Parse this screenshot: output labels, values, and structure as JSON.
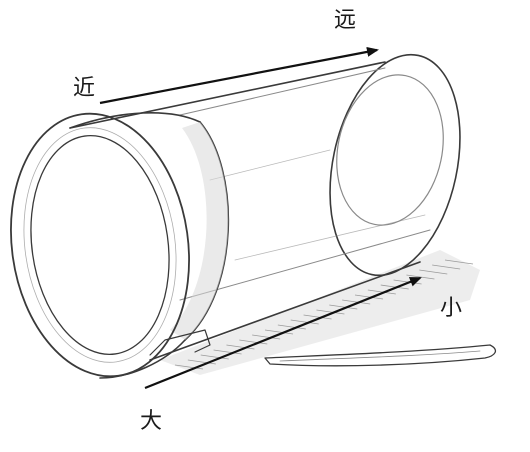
{
  "labels": {
    "near": "近",
    "far": "远",
    "large": "大",
    "small": "小"
  },
  "colors": {
    "ink": "#111111",
    "pencil": "#3a3a3a",
    "shading": "#9a9a9a"
  }
}
